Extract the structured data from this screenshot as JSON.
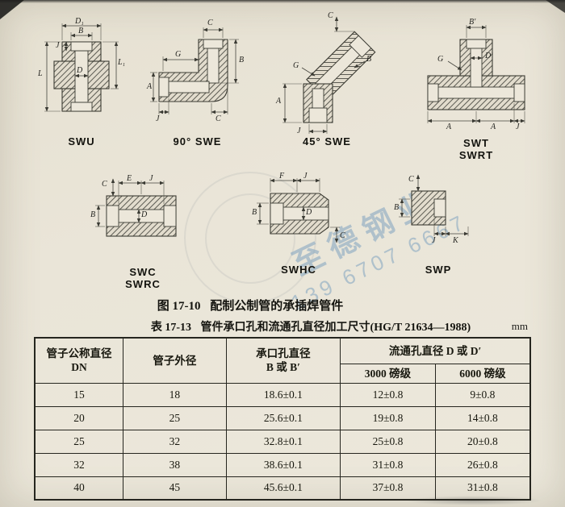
{
  "page": {
    "figure_caption_no": "图 17-10",
    "figure_caption_title": "配制公制管的承插焊管件",
    "table_caption_no": "表 17-13",
    "table_caption_title": "管件承口孔和流通孔直径加工尺寸(HG/T 21634—1988)",
    "unit": "mm"
  },
  "watermark": {
    "line1": "至德钢业",
    "line2": "139 6707 6667"
  },
  "diagrams": [
    {
      "name": "SWU",
      "labels": {
        "d1": "D₁",
        "b": "B",
        "j": "J",
        "d": "D",
        "l1": "L₁",
        "l": "L"
      }
    },
    {
      "name": "90° SWE",
      "labels": {
        "c_top": "C",
        "b": "B",
        "g": "G",
        "a": "A",
        "j": "J",
        "c_bottom": "C"
      }
    },
    {
      "name": "45° SWE",
      "labels": {
        "c": "C",
        "b": "B",
        "g": "G",
        "a": "A",
        "j": "J"
      }
    },
    {
      "name": "SWT",
      "name2": "SWRT",
      "labels": {
        "b1": "B′",
        "d1": "D′",
        "g": "G",
        "a1": "A",
        "a2": "A",
        "j": "J"
      }
    },
    {
      "name": "SWC",
      "name2": "SWRC",
      "labels": {
        "c": "C",
        "e": "E",
        "j": "J",
        "b": "B",
        "d": "D"
      }
    },
    {
      "name": "SWHC",
      "labels": {
        "f": "F",
        "j": "J",
        "b": "B",
        "d": "D",
        "c": "C"
      }
    },
    {
      "name": "SWP",
      "labels": {
        "c": "C",
        "b": "B",
        "j": "J",
        "k": "K"
      }
    }
  ],
  "table": {
    "headers": {
      "col1": "管子公称直径",
      "col1b": "DN",
      "col2": "管子外径",
      "col3a": "承口孔直径",
      "col3b": "B 或 B′",
      "col4": "流通孔直径 D 或 D′",
      "col4a": "3000 磅级",
      "col4b": "6000 磅级"
    },
    "rows": [
      {
        "dn": "15",
        "od": "18",
        "socket": "18.6±0.1",
        "p3000": "12±0.8",
        "p6000": "9±0.8"
      },
      {
        "dn": "20",
        "od": "25",
        "socket": "25.6±0.1",
        "p3000": "19±0.8",
        "p6000": "14±0.8"
      },
      {
        "dn": "25",
        "od": "32",
        "socket": "32.8±0.1",
        "p3000": "25±0.8",
        "p6000": "20±0.8"
      },
      {
        "dn": "32",
        "od": "38",
        "socket": "38.6±0.1",
        "p3000": "31±0.8",
        "p6000": "26±0.8"
      },
      {
        "dn": "40",
        "od": "45",
        "socket": "45.6±0.1",
        "p3000": "37±0.8",
        "p6000": "31±0.8"
      }
    ]
  }
}
